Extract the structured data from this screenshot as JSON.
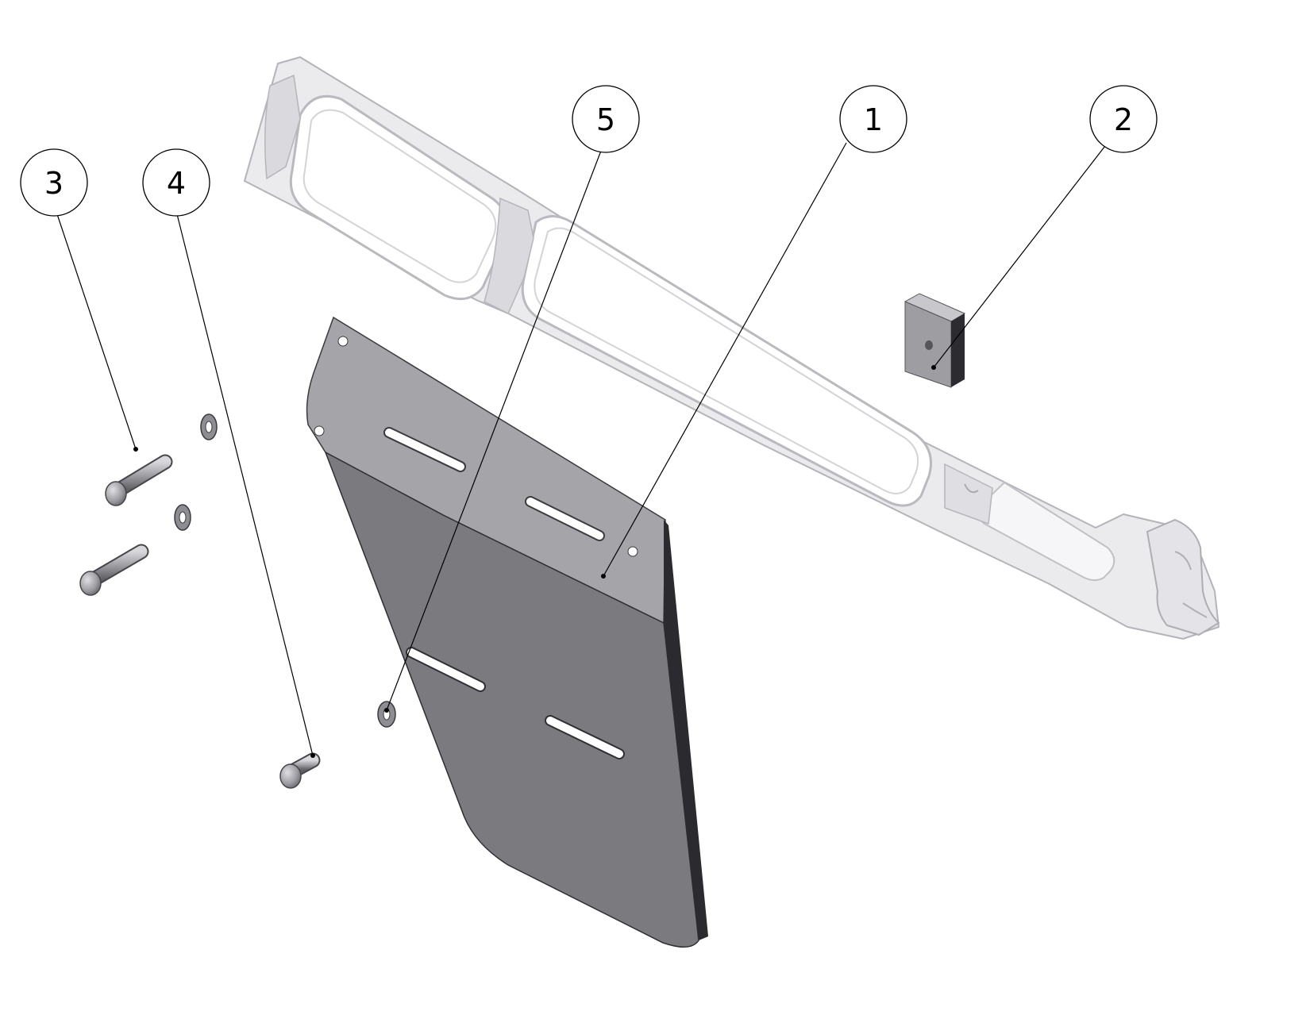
{
  "diagram": {
    "type": "exploded-assembly-drawing",
    "balloons": [
      {
        "id": "1",
        "label": "1",
        "part": "panel"
      },
      {
        "id": "2",
        "label": "2",
        "part": "block"
      },
      {
        "id": "3",
        "label": "3",
        "part": "bolt"
      },
      {
        "id": "4",
        "label": "4",
        "part": "short-bolt"
      },
      {
        "id": "5",
        "label": "5",
        "part": "washer"
      }
    ],
    "colors": {
      "frame_fill": "#e6e6ea",
      "frame_edge": "#b8b8bf",
      "panel_light": "#a3a3a8",
      "panel_dark": "#7a797e",
      "panel_edge": "#2e2e33",
      "hardware": "#9c9ca1",
      "leader": "#000000"
    }
  }
}
